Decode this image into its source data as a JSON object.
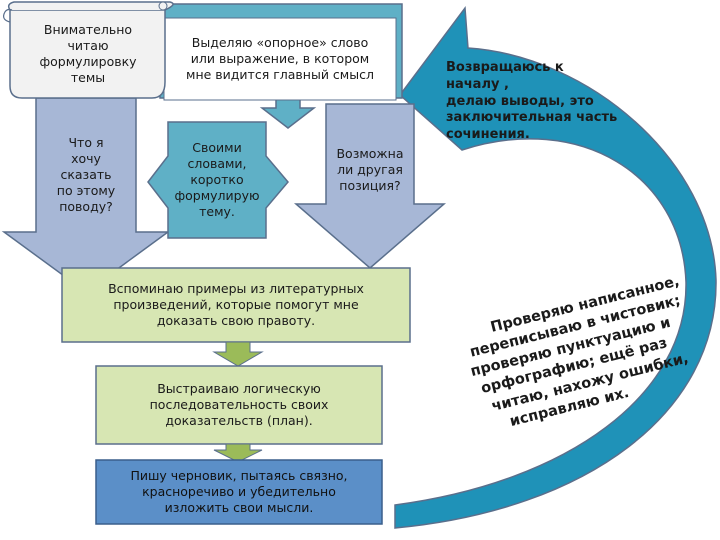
{
  "colors": {
    "scroll_fill": "#f2f2f2",
    "blue_arrow": "#a7b7d6",
    "teal_arrow": "#5fb0c6",
    "green": "#d7e6b3",
    "green_arrow": "#9bbb59",
    "steel_box": "#5b8fc8",
    "big_arrow": "#1f92b8",
    "outline": "#5a6f8c"
  },
  "nodes": {
    "topic": "Внимательно\nчитаю\nформулировку\nтемы",
    "keyword": "Выделяю «опорное» слово\nили выражение, в котором\nмне видится главный смысл",
    "what_to_say": "Что я\nхочу\nсказать\nпо этому\nповоду?",
    "own_words": "Своими\nсловами,\nкоротко\nформулирую\nтему.",
    "other_position": "Возможна\nли другая\nпозиция?",
    "examples": "Вспоминаю примеры из литературных\nпроизведений, которые помогут мне\nдоказать свою правоту.",
    "plan": "Выстраиваю логическую\nпоследовательность своих\nдоказательств (план).",
    "draft": "Пишу черновик, пытаясь связно,\nкрасноречиво и убедительно\nизложить свои мысли.",
    "return": "Возвращаюсь к\nначалу ,\nделаю выводы, это\nзаключительная часть\nсочинения.",
    "check_lines": [
      "Проверяю написанное,",
      "переписываю в чистовик;",
      "проверяю пунктуацию и",
      "орфографию; ещё раз",
      "читаю, нахожу ошибки,",
      "исправляю их."
    ]
  }
}
